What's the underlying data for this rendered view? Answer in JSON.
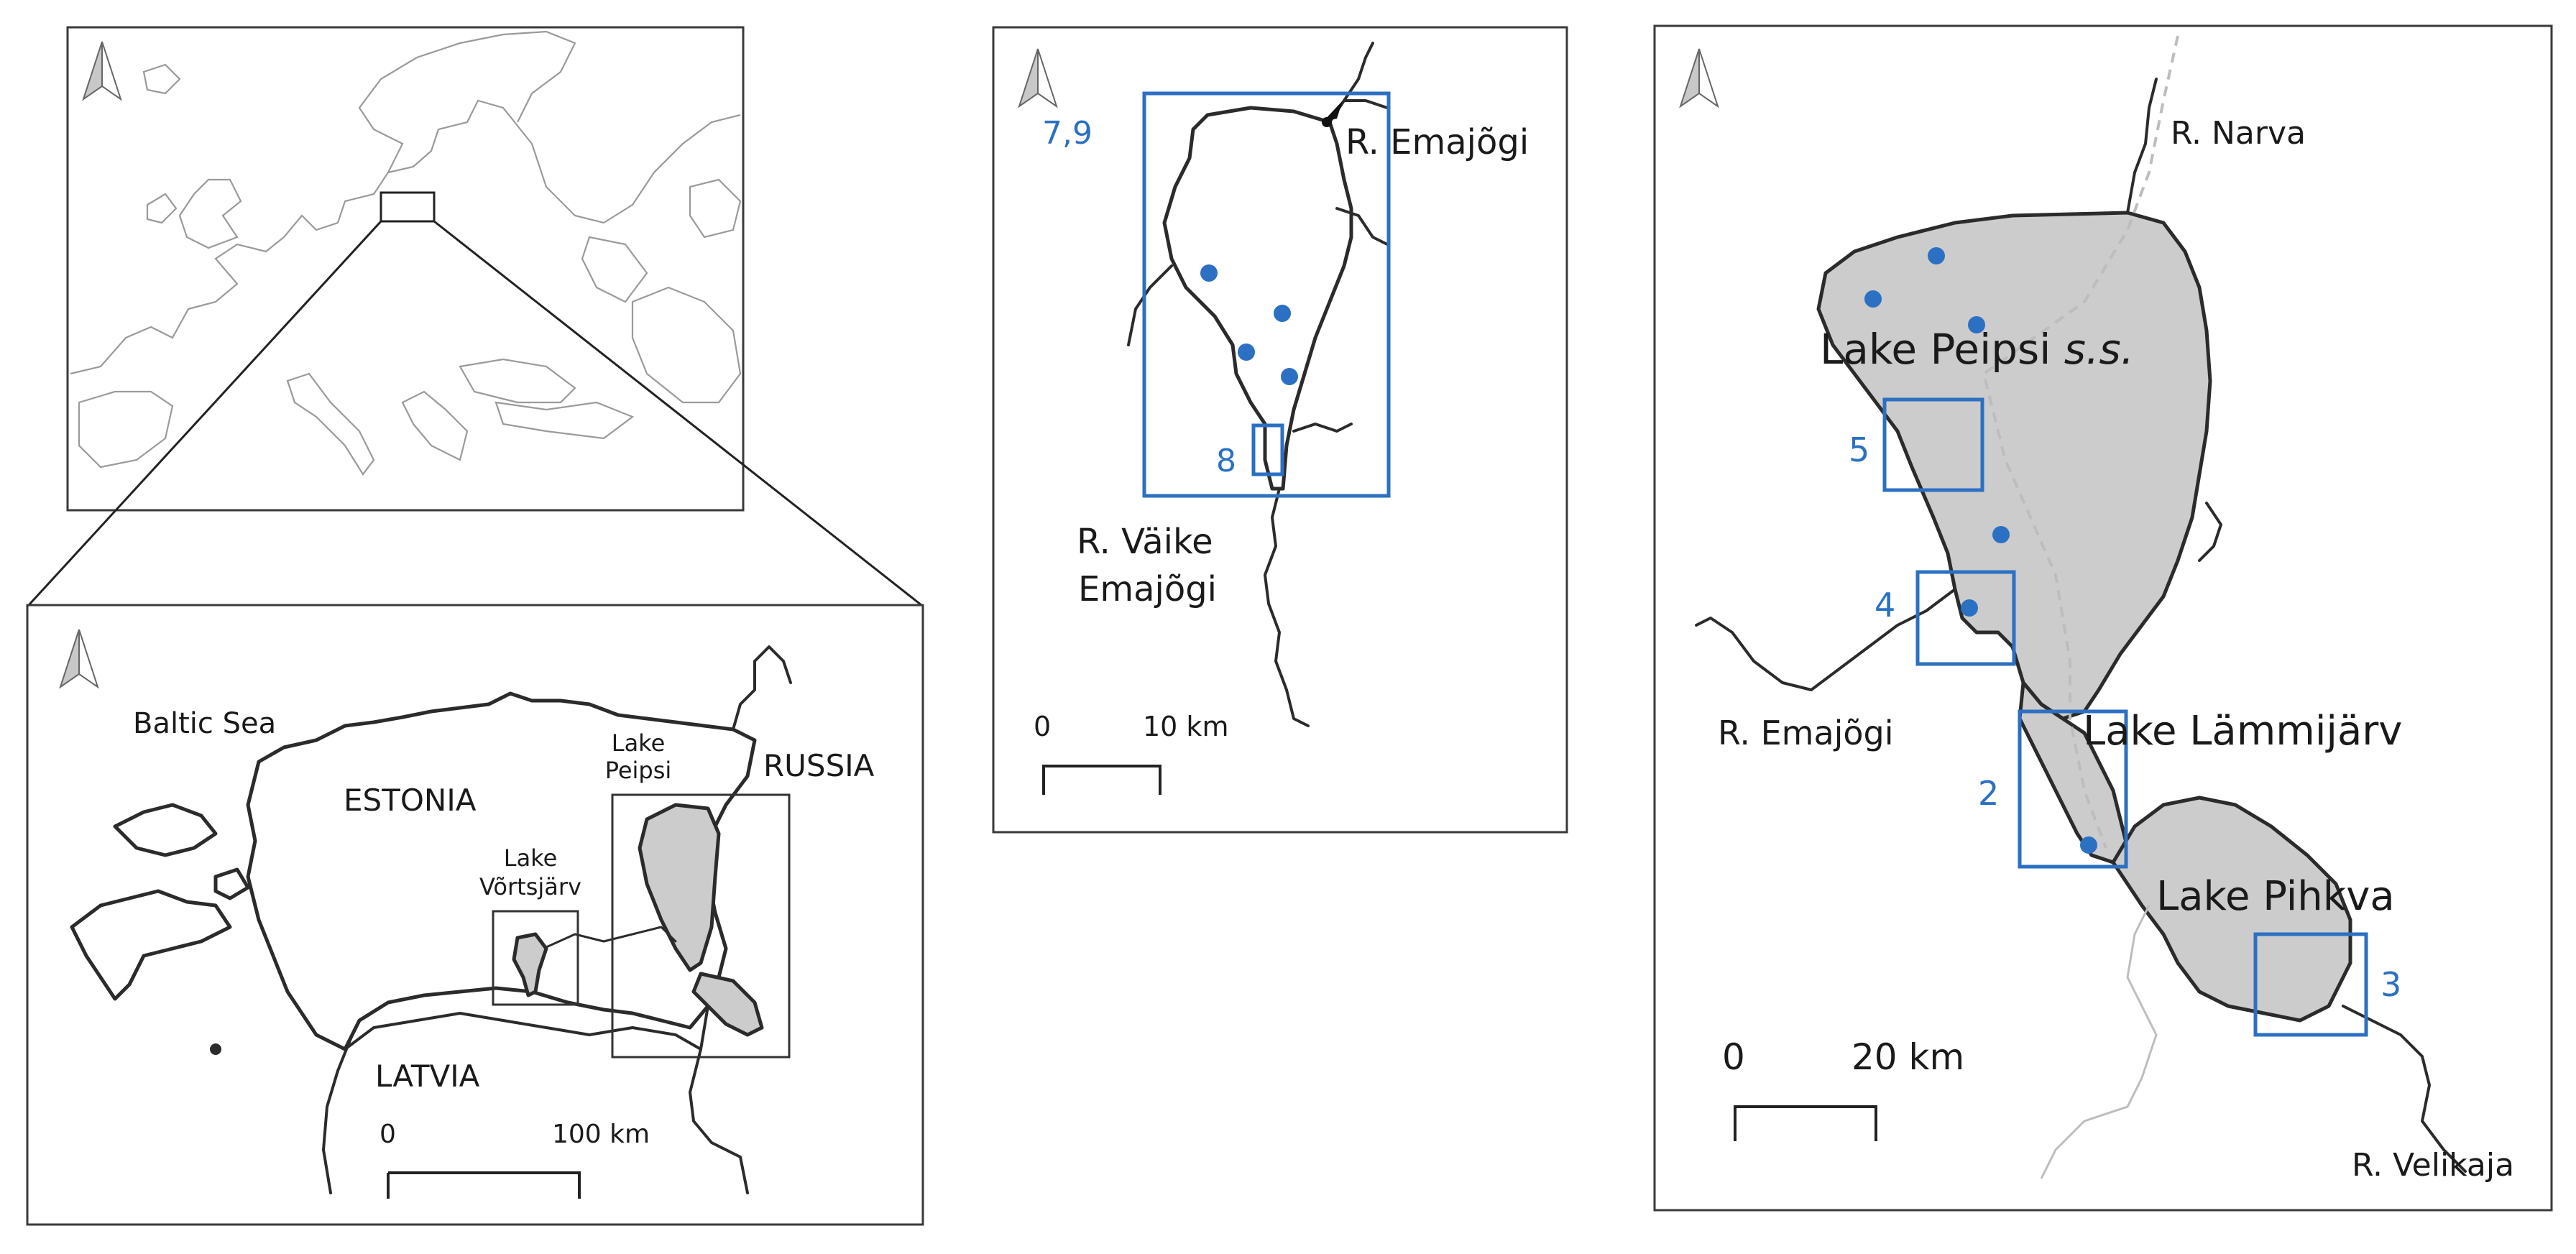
{
  "panels": {
    "europe": {},
    "estonia": {
      "labels": {
        "baltic_sea": "Baltic Sea",
        "estonia": "ESTONIA",
        "russia": "RUSSIA",
        "latvia": "LATVIA",
        "lake_peipsi_1": "Lake",
        "lake_peipsi_2": "Peipsi",
        "lake_vortsjarv_1": "Lake",
        "lake_vortsjarv_2": "Võrtsjärv"
      },
      "scale": {
        "start": "0",
        "end": "100 km"
      }
    },
    "vortsjarv": {
      "labels": {
        "r_emajogi": "R. Emajõgi",
        "r_vaike_1": "R. Väike",
        "r_vaike_2": "Emajõgi"
      },
      "sites": {
        "box_7_9": "7,9",
        "box_8": "8"
      },
      "scale": {
        "start": "0",
        "end": "10 km"
      }
    },
    "peipsi": {
      "labels": {
        "r_narva": "R. Narva",
        "lake_peipsi_ss": "Lake Peipsi ",
        "ss": "s.s.",
        "r_emajogi": "R. Emajõgi",
        "lake_lammijarv": "Lake Lämmijärv",
        "lake_pihkva": "Lake Pihkva",
        "r_velikaja": "R. Velikaja"
      },
      "sites": {
        "box_5": "5",
        "box_4": "4",
        "box_2": "2",
        "box_3": "3"
      },
      "scale": {
        "start": "0",
        "end": "20 km"
      }
    }
  },
  "colors": {
    "site_blue": "#2b70c2",
    "lake_fill": "#cccccc",
    "outline": "#2b2b2b"
  },
  "icons": [
    "north-arrow-icon"
  ]
}
